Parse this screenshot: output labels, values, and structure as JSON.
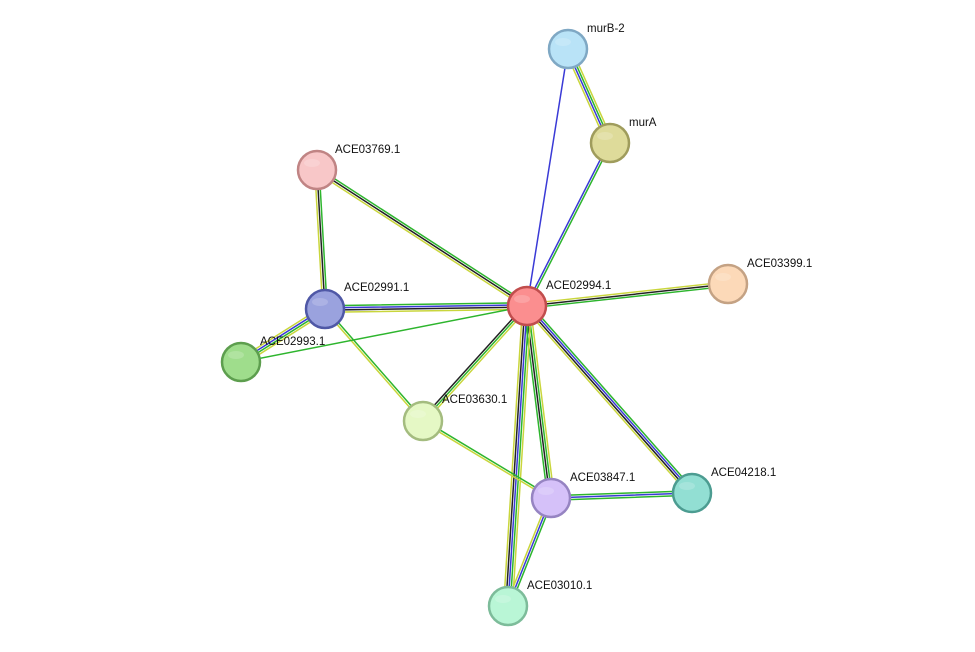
{
  "network": {
    "nodes": [
      {
        "id": "murB-2",
        "label": "murB-2",
        "fill": "#b9e3f7",
        "stroke": "#7fa8c4"
      },
      {
        "id": "murA",
        "label": "murA",
        "fill": "#dedb9a",
        "stroke": "#9f9c5c"
      },
      {
        "id": "ACE03769.1",
        "label": "ACE03769.1",
        "fill": "#f8c7c8",
        "stroke": "#c08484"
      },
      {
        "id": "ACE03399.1",
        "label": "ACE03399.1",
        "fill": "#fcd9b8",
        "stroke": "#c4a284"
      },
      {
        "id": "ACE02991.1",
        "label": "ACE02991.1",
        "fill": "#9aa2de",
        "stroke": "#4f58a6"
      },
      {
        "id": "ACE02994.1",
        "label": "ACE02994.1",
        "fill": "#fb8e8f",
        "stroke": "#c14d4d"
      },
      {
        "id": "ACE02993.1",
        "label": "ACE02993.1",
        "fill": "#9fdd8c",
        "stroke": "#5d9e4e"
      },
      {
        "id": "ACE03630.1",
        "label": "ACE03630.1",
        "fill": "#e5f8c5",
        "stroke": "#a4bc7f"
      },
      {
        "id": "ACE03847.1",
        "label": "ACE03847.1",
        "fill": "#d5c1f9",
        "stroke": "#9684c2"
      },
      {
        "id": "ACE04218.1",
        "label": "ACE04218.1",
        "fill": "#92dfd3",
        "stroke": "#4c9c91"
      },
      {
        "id": "ACE03010.1",
        "label": "ACE03010.1",
        "fill": "#b9f6d6",
        "stroke": "#7dbc9a"
      }
    ],
    "edges": [
      {
        "source": "murB-2",
        "target": "murA",
        "colors": [
          "#c9d63c",
          "#2db52d",
          "#3a3ad6",
          "#c9d63c"
        ]
      },
      {
        "source": "murB-2",
        "target": "ACE02994.1",
        "colors": [
          "#3a3ad6"
        ]
      },
      {
        "source": "murA",
        "target": "ACE02994.1",
        "colors": [
          "#2db52d",
          "#3a3ad6"
        ]
      },
      {
        "source": "ACE03769.1",
        "target": "ACE02991.1",
        "colors": [
          "#2db52d",
          "#222222",
          "#c9d63c"
        ]
      },
      {
        "source": "ACE03769.1",
        "target": "ACE02994.1",
        "colors": [
          "#2db52d",
          "#222222",
          "#c9d63c"
        ]
      },
      {
        "source": "ACE03399.1",
        "target": "ACE02994.1",
        "colors": [
          "#2db52d",
          "#222222",
          "#c9d63c"
        ]
      },
      {
        "source": "ACE02991.1",
        "target": "ACE02994.1",
        "colors": [
          "#2db52d",
          "#3a3ad6",
          "#222222",
          "#c9d63c"
        ]
      },
      {
        "source": "ACE02991.1",
        "target": "ACE02993.1",
        "colors": [
          "#c9d63c",
          "#2db52d",
          "#3a3ad6",
          "#c9d63c"
        ]
      },
      {
        "source": "ACE02991.1",
        "target": "ACE03630.1",
        "colors": [
          "#2db52d",
          "#c9d63c"
        ]
      },
      {
        "source": "ACE02993.1",
        "target": "ACE02994.1",
        "colors": [
          "#2db52d"
        ]
      },
      {
        "source": "ACE02994.1",
        "target": "ACE03630.1",
        "colors": [
          "#c9d63c",
          "#2db52d",
          "#222222"
        ]
      },
      {
        "source": "ACE02994.1",
        "target": "ACE03847.1",
        "colors": [
          "#c9d63c",
          "#2db52d",
          "#222222",
          "#2db52d"
        ]
      },
      {
        "source": "ACE02994.1",
        "target": "ACE04218.1",
        "colors": [
          "#2db52d",
          "#3a3ad6",
          "#222222",
          "#c9d63c"
        ]
      },
      {
        "source": "ACE02994.1",
        "target": "ACE03010.1",
        "colors": [
          "#c9d63c",
          "#2db52d",
          "#3a3ad6",
          "#222222",
          "#c9d63c"
        ]
      },
      {
        "source": "ACE03630.1",
        "target": "ACE03847.1",
        "colors": [
          "#2db52d",
          "#c9d63c"
        ]
      },
      {
        "source": "ACE03847.1",
        "target": "ACE04218.1",
        "colors": [
          "#2db52d",
          "#3a3ad6",
          "#2db52d"
        ]
      },
      {
        "source": "ACE03847.1",
        "target": "ACE03010.1",
        "colors": [
          "#2db52d",
          "#3a3ad6",
          "#c9d63c"
        ]
      }
    ]
  }
}
